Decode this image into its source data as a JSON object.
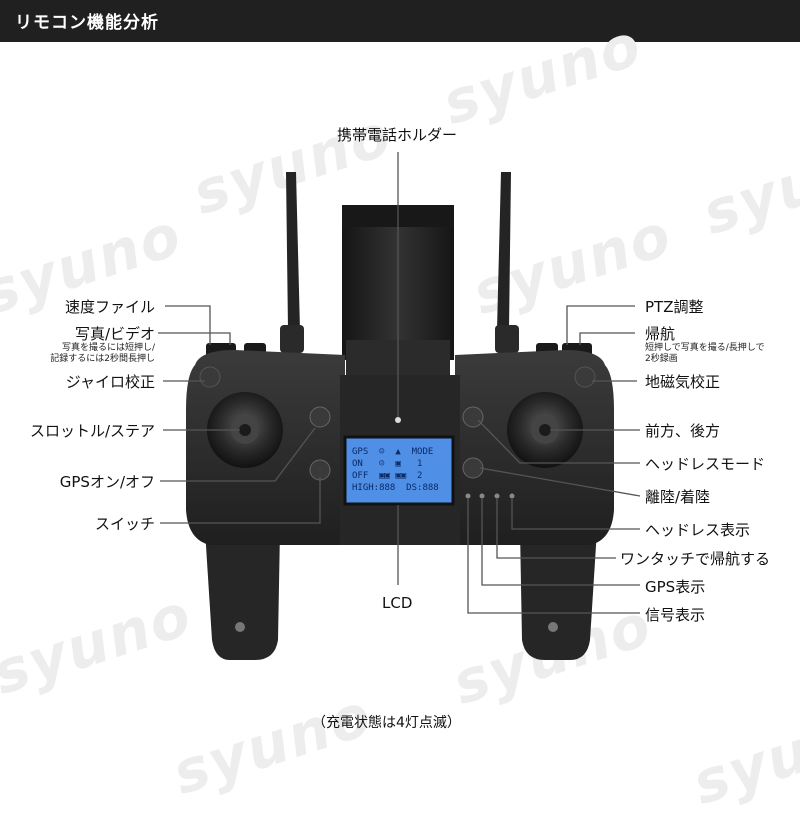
{
  "header": {
    "title": "リモコン機能分析"
  },
  "watermark": {
    "text": "syuno"
  },
  "labels": {
    "holder": "携帯電話ホルダー",
    "speed_file": "速度ファイル",
    "photo_video": "写真/ビデオ",
    "photo_video_note_1": "写真を撮るには短押し/",
    "photo_video_note_2": "記録するには2秒間長押し",
    "gyro": "ジャイロ校正",
    "throttle": "スロットル/ステア",
    "gps_onoff": "GPSオン/オフ",
    "switch": "スイッチ",
    "lcd": "LCD",
    "ptz": "PTZ調整",
    "return": "帰航",
    "return_note_1": "短押しで写真を撮る/長押しで",
    "return_note_2": "2秒録画",
    "compass": "地磁気校正",
    "fwd_back": "前方、後方",
    "headless_mode": "ヘッドレスモード",
    "takeoff_land": "離陸/着陸",
    "headless_display": "ヘッドレス表示",
    "one_touch_return": "ワンタッチで帰航する",
    "gps_display": "GPS表示",
    "signal_display": "信号表示",
    "footer_note": "（充電状態は4灯点滅）"
  },
  "lcd": {
    "row1": "GPS  ☺  ▲  MODE",
    "row2": "ON   ☺  ▣   1",
    "row3": "OFF  ▣▣ ▣▣  2",
    "row4": "HIGH:888  DS:888"
  },
  "colors": {
    "header_bg": "#202020",
    "lcd_bg": "#4f8fe6",
    "body": "#2d2d2d",
    "line": "#555555"
  }
}
